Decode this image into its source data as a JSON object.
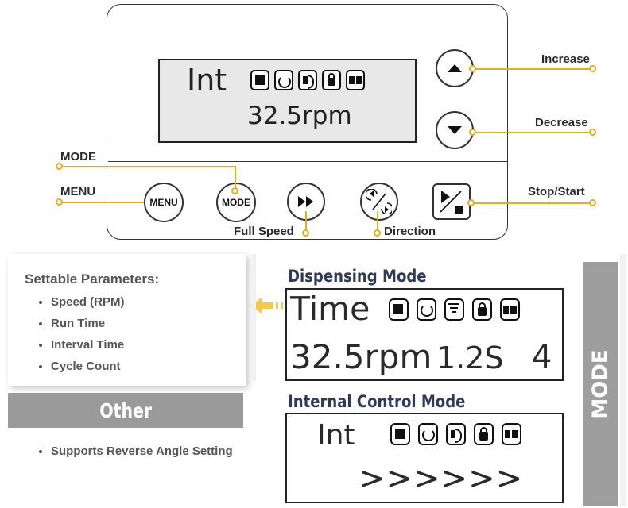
{
  "panel": {
    "lcd": {
      "mode": "Int",
      "value": "32.5rpm"
    },
    "buttons": {
      "menu": "MENU",
      "mode": "MODE"
    },
    "callouts": {
      "increase": "Increase",
      "decrease": "Decrease",
      "mode": "MODE",
      "menu": "MENU",
      "stop_start": "Stop/Start",
      "full_speed": "Full Speed",
      "direction": "Direction"
    }
  },
  "params": {
    "title": "Settable Parameters:",
    "items": [
      "Speed (RPM)",
      "Run Time",
      "Interval Time",
      "Cycle Count"
    ]
  },
  "other": {
    "title": "Other",
    "items": [
      "Supports Reverse Angle Setting"
    ]
  },
  "dispensing": {
    "title": "Dispensing Mode",
    "mode": "Time",
    "speed": "32.5rpm",
    "time": "1.2S",
    "count": "4"
  },
  "internal": {
    "title": "Internal Control Mode",
    "mode": "Int",
    "arrows": ">>>>>>"
  },
  "side_label": "MODE",
  "icons": [
    "stop-square-icon",
    "rotate-icon",
    "sound-icon",
    "lock-icon",
    "battery-icon",
    "filter-icon",
    "play-stop-icon",
    "fast-forward-icon",
    "direction-icon",
    "up-arrow-icon",
    "down-arrow-icon"
  ],
  "colors": {
    "accent": "#e2ad25",
    "title": "#2e3a58",
    "gray_bar": "#9a9a9a"
  }
}
